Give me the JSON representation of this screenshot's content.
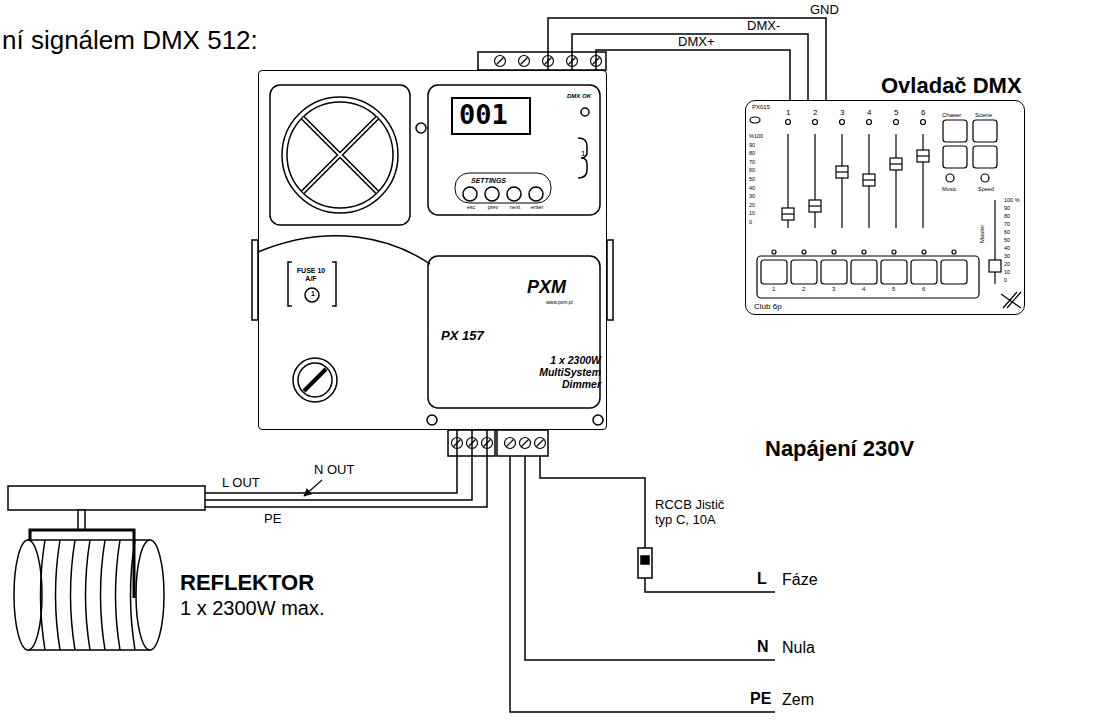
{
  "diagram": {
    "title": "ní signálem DMX 512:",
    "nodes": [
      {
        "text": [
          "001",
          "DMX OK",
          "1",
          "SETTINGS",
          "esc",
          "prev",
          "next",
          "enter",
          "FUSE 10 A/F",
          "1",
          "PXM",
          "www.pxm.pl",
          "PX 157",
          "1 x 2300W MultiSystem Dimmer"
        ]
      },
      {
        "text": [
          "Ovladač DMX",
          "PX015",
          "1",
          "2",
          "3",
          "4",
          "5",
          "6",
          "%100",
          "90",
          "80",
          "70",
          "60",
          "50",
          "40",
          "30",
          "20",
          "10",
          "0",
          "Chaser",
          "Scene",
          "Music",
          "Speed",
          "100 %",
          "90",
          "80",
          "70",
          "60",
          "50",
          "40",
          "30",
          "20",
          "10",
          "0",
          "Master",
          "1",
          "2",
          "3",
          "4",
          "5",
          "6",
          "Club 6p"
        ]
      },
      {
        "text": [
          "REFLEKTOR",
          "1 x 2300W max."
        ]
      }
    ],
    "edges": [
      {
        "from": 0,
        "to": 1,
        "label": "GND",
        "arrow": "none"
      },
      {
        "from": 0,
        "to": 1,
        "label": "DMX-",
        "arrow": "none"
      },
      {
        "from": 0,
        "to": 1,
        "label": "DMX+",
        "arrow": "none"
      },
      {
        "from": 0,
        "to": 2,
        "label": "L OUT",
        "arrow": "none"
      },
      {
        "from": 0,
        "to": 2,
        "label": "N OUT",
        "arrow": "none"
      },
      {
        "from": 0,
        "to": 2,
        "label": "PE",
        "arrow": "none"
      }
    ],
    "labels": [
      "Napájení 230V",
      "RCCB Jistič typ C, 10A",
      "L",
      "Fáze",
      "N",
      "Nula",
      "PE",
      "Zem"
    ]
  }
}
